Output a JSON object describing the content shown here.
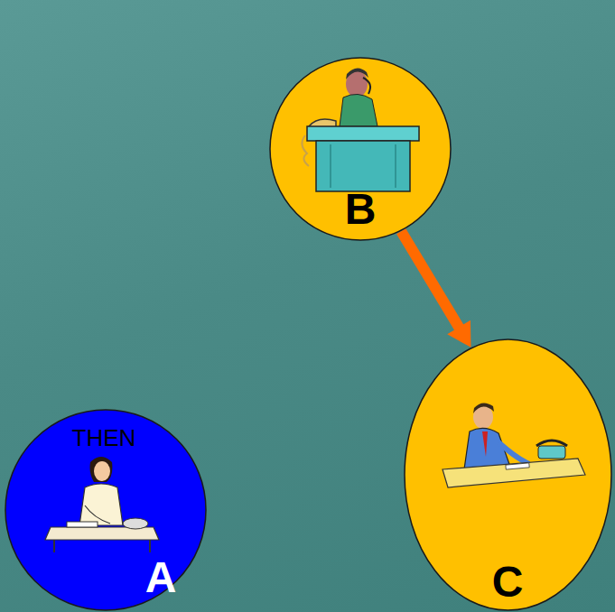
{
  "diagram": {
    "nodes": [
      {
        "text": [
          "B"
        ]
      },
      {
        "text": [
          "THEN",
          "A"
        ]
      },
      {
        "text": [
          "C"
        ]
      }
    ],
    "edges": [
      {
        "from": 0,
        "to": 2,
        "arrow": "to"
      }
    ]
  }
}
